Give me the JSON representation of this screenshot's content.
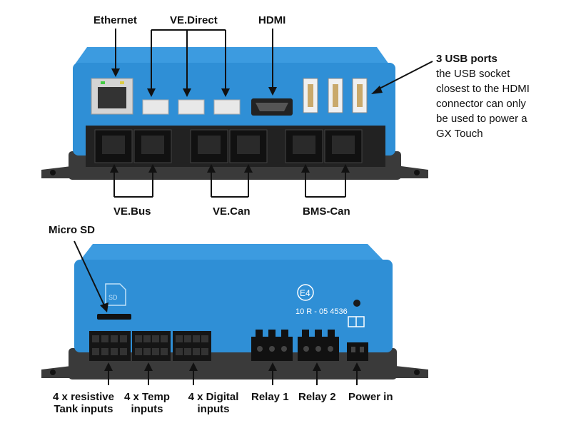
{
  "top_view": {
    "labels": {
      "ethernet": "Ethernet",
      "ve_direct": "VE.Direct",
      "hdmi": "HDMI",
      "ve_bus": "VE.Bus",
      "ve_can": "VE.Can",
      "bms_can": "BMS-Can"
    },
    "usb_note": {
      "title": "3 USB ports",
      "lines": [
        "the USB socket",
        "closest to the HDMI",
        "connector can only",
        "be used to power a",
        "GX Touch"
      ]
    }
  },
  "bottom_view": {
    "labels": {
      "micro_sd": "Micro SD",
      "tank_inputs": [
        "4 x resistive",
        "Tank inputs"
      ],
      "temp_inputs": [
        "4 x Temp",
        "inputs"
      ],
      "digital_inputs": [
        "4 x Digital",
        "inputs"
      ],
      "relay_1": "Relay 1",
      "relay_2": "Relay 2",
      "power_in": "Power in"
    },
    "device_marks": {
      "sd_icon": "SD",
      "approval_mark": "E4",
      "approval_number": "10 R - 05 4536"
    }
  },
  "colors": {
    "device_blue": "#2f8fd6",
    "device_blue_dark": "#1f6fb0",
    "base_dark": "#3a3a3a",
    "port_black": "#1a1a1a",
    "connector_grey": "#d8d8d8"
  }
}
